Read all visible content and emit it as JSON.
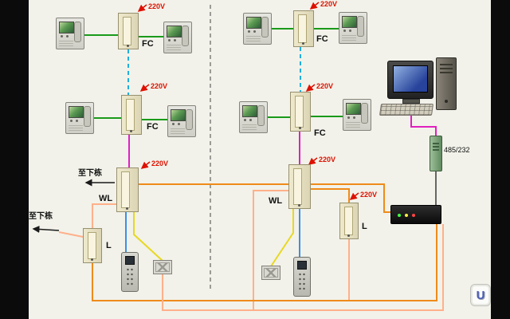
{
  "diagram": {
    "labels": {
      "fc": "FC",
      "wl": "WL",
      "l": "L",
      "power": "220V",
      "to_next_building": "至下栋",
      "converter": "485/232"
    },
    "logo_letter": "U",
    "wire_colors": {
      "green": "#1a9a1a",
      "magenta": "#e020c0",
      "cyan_riser": "#20aede",
      "blue_drop": "#3b8fe8",
      "yellow": "#e8d820",
      "orange_bus": "#ef8b1a",
      "salmon_bus": "#ffb08a",
      "power_red": "#dd1100",
      "gray_cable": "#666666",
      "arrow_black": "#1a1a1a",
      "divider": "#444444"
    },
    "device_colors": {
      "unit_box_beige": "#e8e2c6",
      "monitor_gray": "#d9d9d1",
      "hub_black": "#141414",
      "converter_green": "#7da87b"
    }
  }
}
